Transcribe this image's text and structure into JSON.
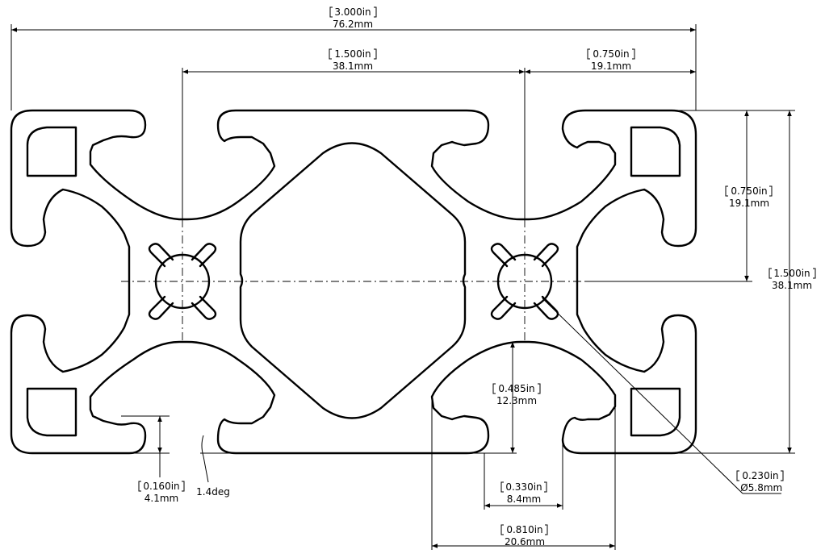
{
  "drawing": {
    "dimensions": [
      {
        "id": "overall_width",
        "inch": "3.000in",
        "mm": "76.2mm"
      },
      {
        "id": "center_spacing",
        "inch": "1.500in",
        "mm": "38.1mm"
      },
      {
        "id": "edge_to_center",
        "inch": "0.750in",
        "mm": "19.1mm"
      },
      {
        "id": "half_height",
        "inch": "0.750in",
        "mm": "19.1mm"
      },
      {
        "id": "overall_height",
        "inch": "1.500in",
        "mm": "38.1mm"
      },
      {
        "id": "slot_depth",
        "inch": "0.485in",
        "mm": "12.3mm"
      },
      {
        "id": "bore_diameter",
        "inch": "0.230in",
        "mm": "5.8mm"
      },
      {
        "id": "lip_thickness",
        "inch": "0.160in",
        "mm": "4.1mm"
      },
      {
        "id": "slot_opening",
        "inch": "0.330in",
        "mm": "8.4mm"
      },
      {
        "id": "slot_width",
        "inch": "0.810in",
        "mm": "20.6mm"
      }
    ],
    "draft_angle": "1.4deg",
    "diameter_symbol": "Ø"
  }
}
